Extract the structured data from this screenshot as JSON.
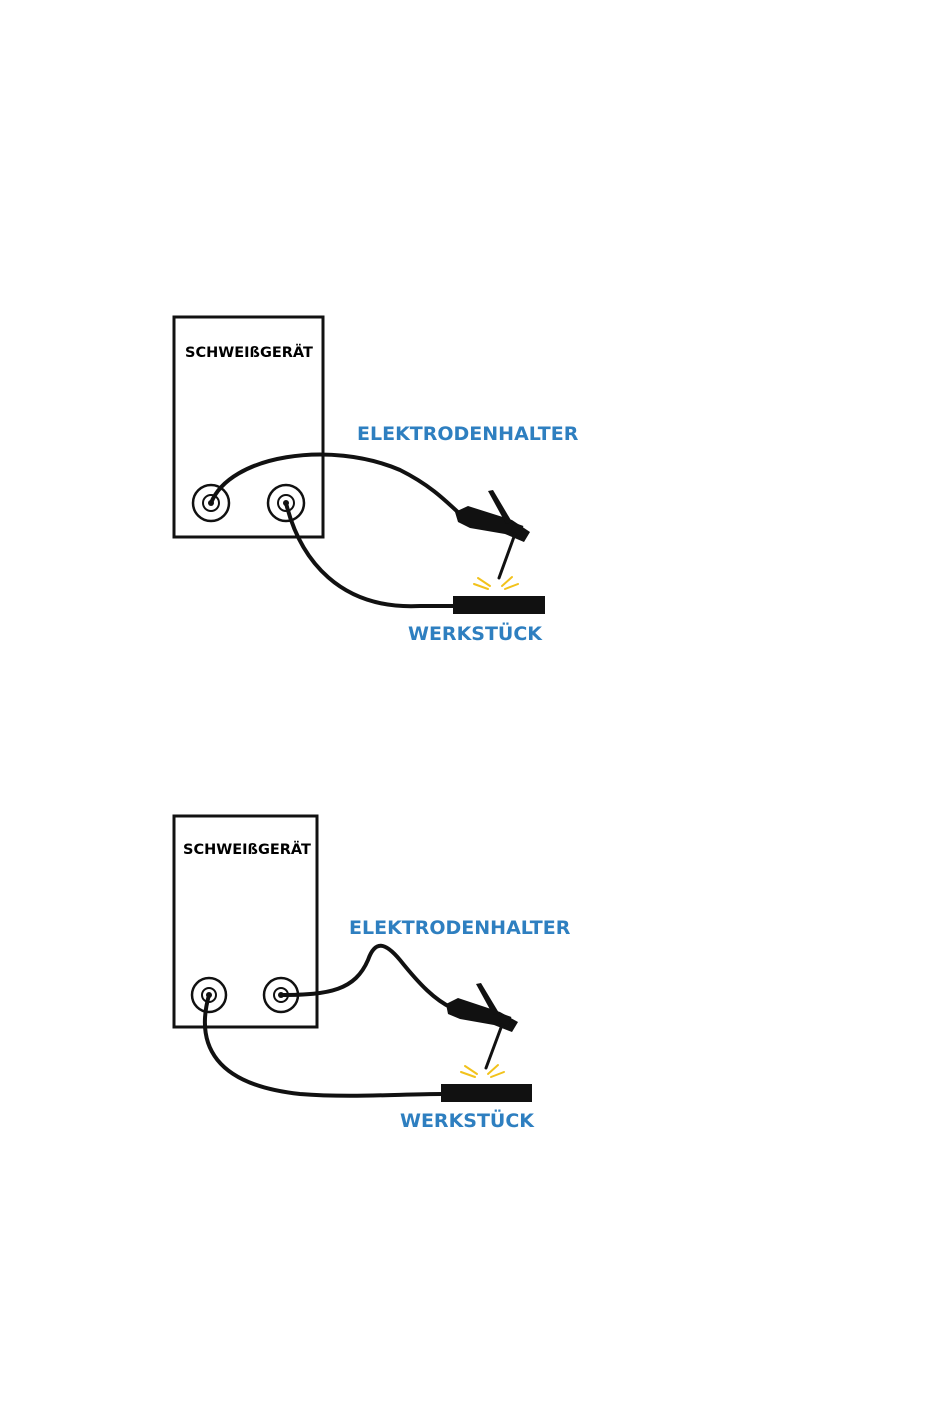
{
  "colors": {
    "ink": "#111111",
    "label_blue": "#2e7fc0",
    "spark_yellow": "#f2c21b"
  },
  "diagram_1": {
    "machine_label": "SCHWEIßGERÄT",
    "holder_label": "ELEKTRODENHALTER",
    "workpiece_label": "WERKSTÜCK"
  },
  "diagram_2": {
    "machine_label": "SCHWEIßGERÄT",
    "holder_label": "ELEKTRODENHALTER",
    "workpiece_label": "WERKSTÜCK"
  }
}
